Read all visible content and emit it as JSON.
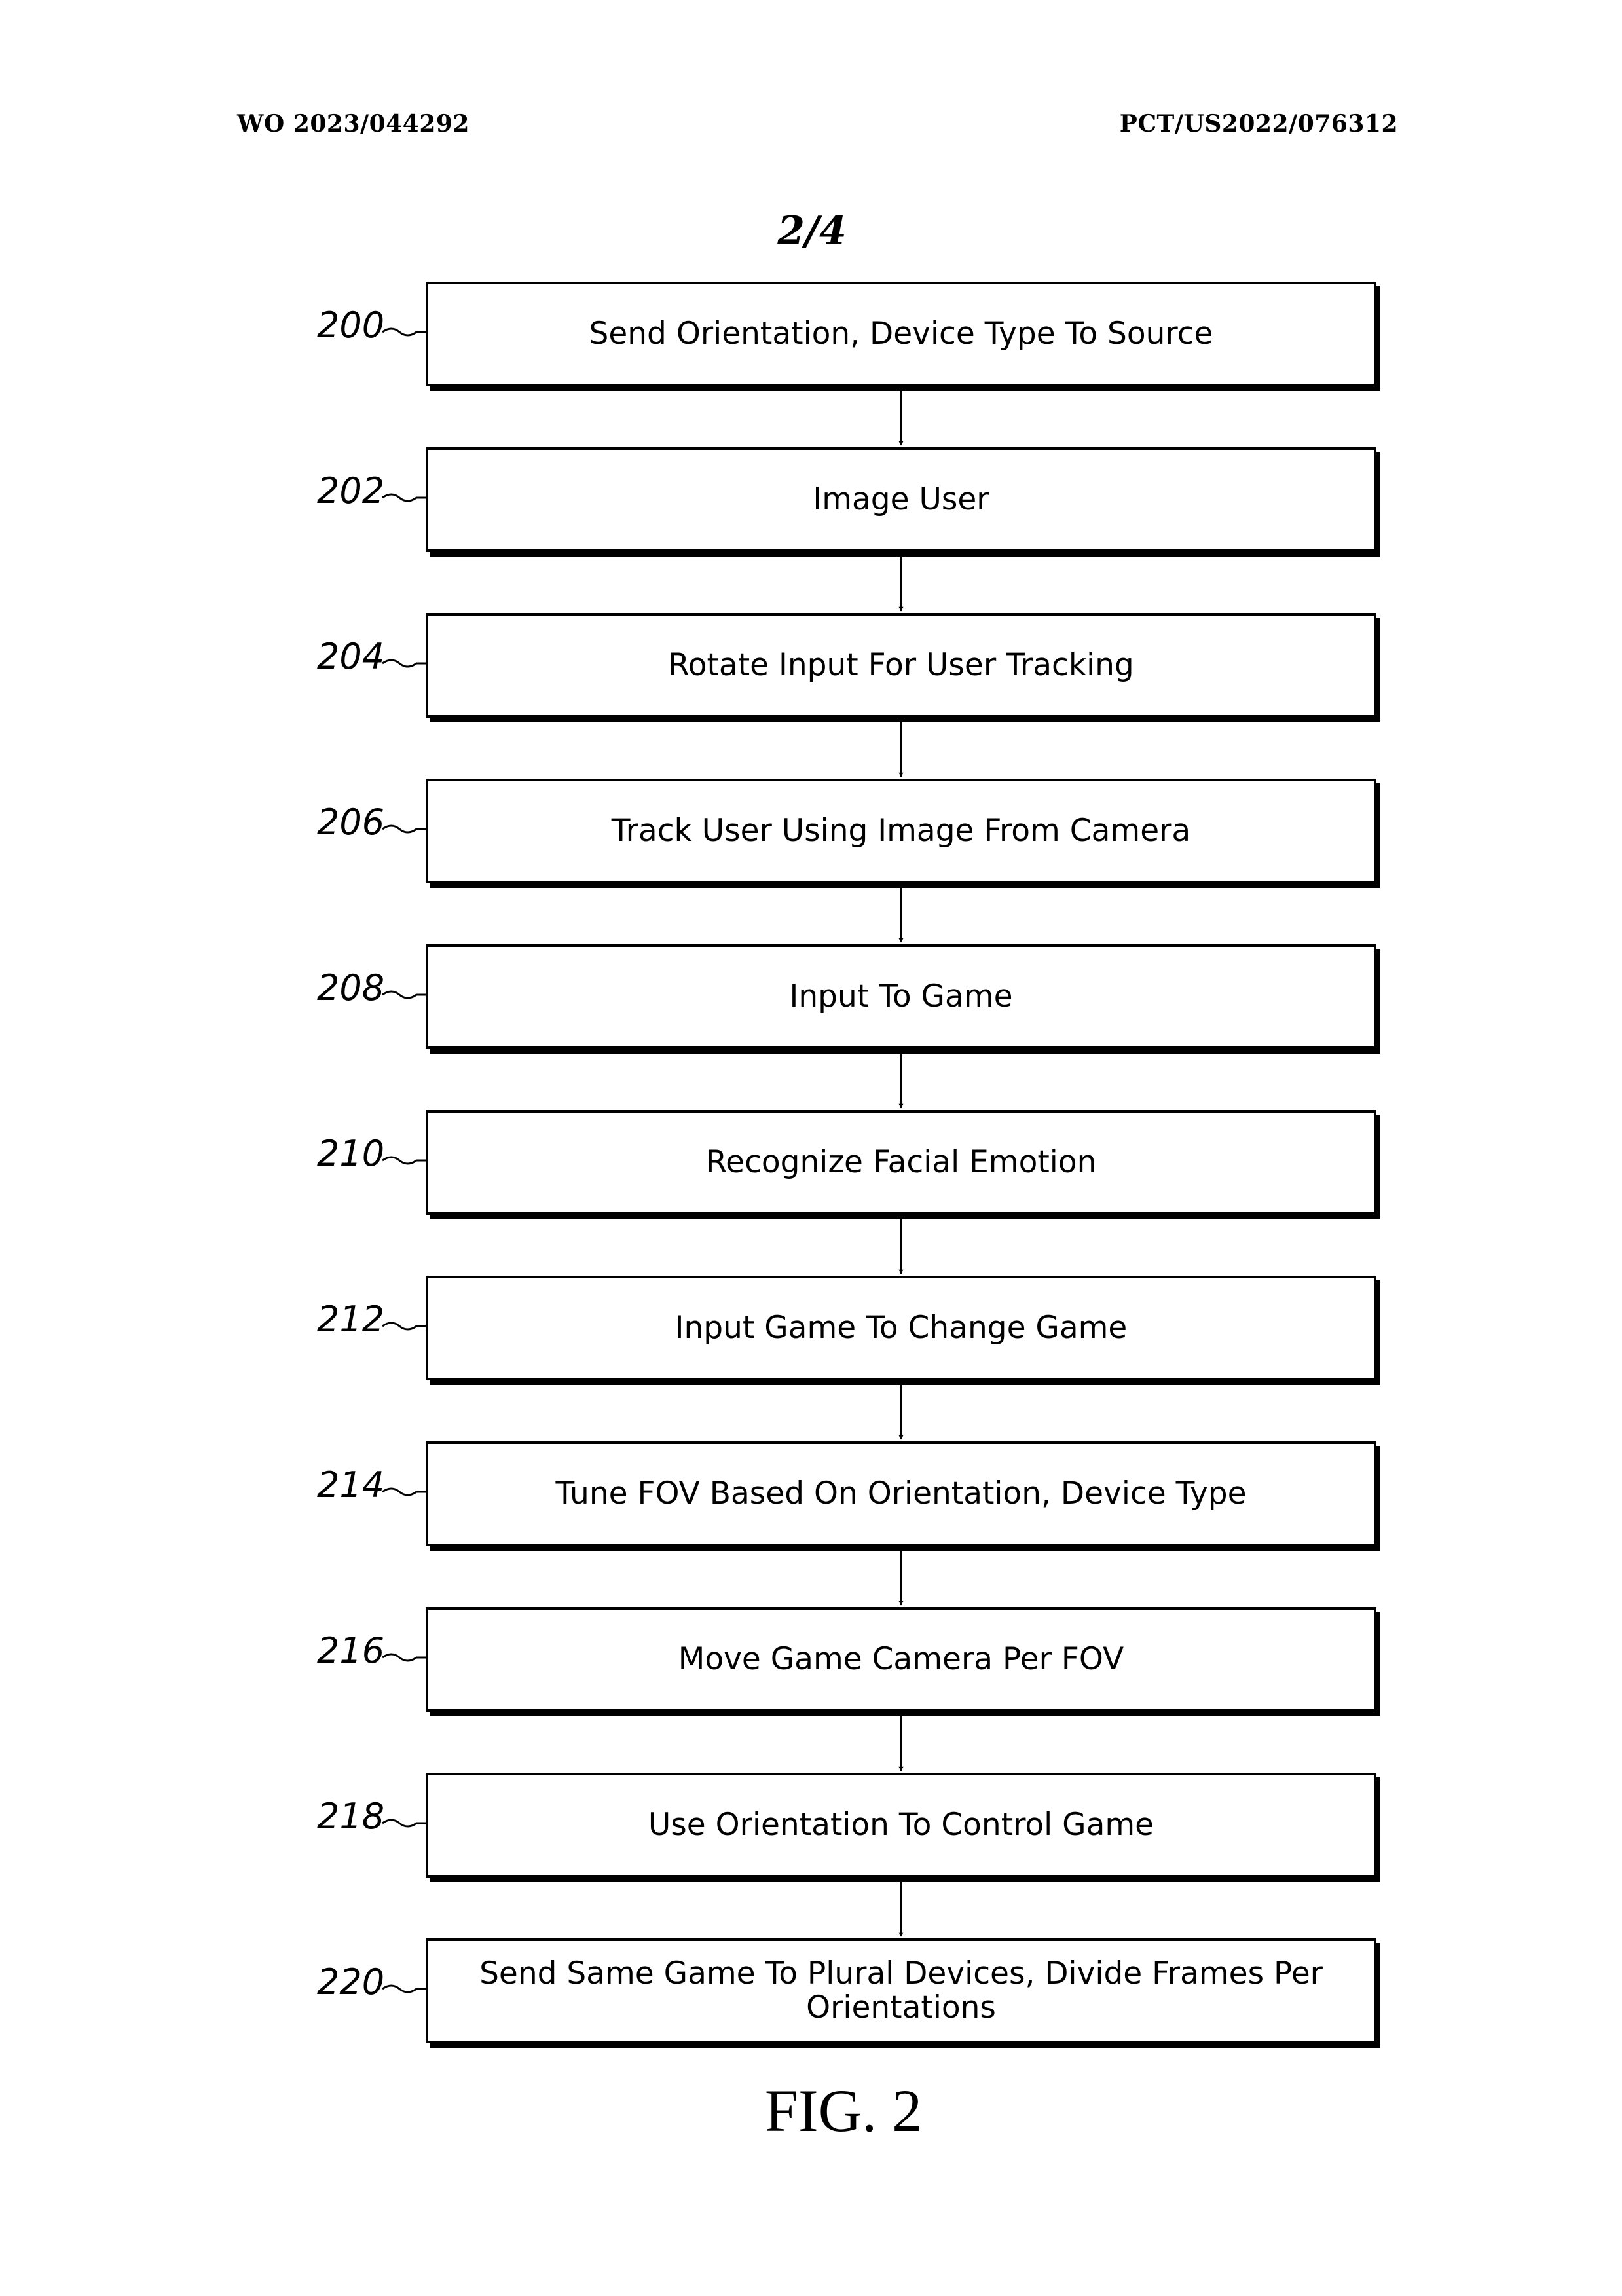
{
  "header": {
    "publication_number": "WO 2023/044292",
    "application_number": "PCT/US2022/076312"
  },
  "sheet_number": "2/4",
  "figure_caption": "FIG. 2",
  "steps": [
    {
      "ref": "200",
      "label": "Send Orientation, Device Type To Source"
    },
    {
      "ref": "202",
      "label": "Image User"
    },
    {
      "ref": "204",
      "label": "Rotate Input For User Tracking"
    },
    {
      "ref": "206",
      "label": "Track User Using Image From Camera"
    },
    {
      "ref": "208",
      "label": "Input To Game"
    },
    {
      "ref": "210",
      "label": "Recognize Facial Emotion"
    },
    {
      "ref": "212",
      "label": "Input Game To Change Game"
    },
    {
      "ref": "214",
      "label": "Tune FOV Based On Orientation, Device Type"
    },
    {
      "ref": "216",
      "label": "Move Game Camera Per FOV"
    },
    {
      "ref": "218",
      "label": "Use Orientation To Control Game"
    },
    {
      "ref": "220",
      "label": "Send Same Game To Plural Devices, Divide Frames Per Orientations"
    }
  ]
}
